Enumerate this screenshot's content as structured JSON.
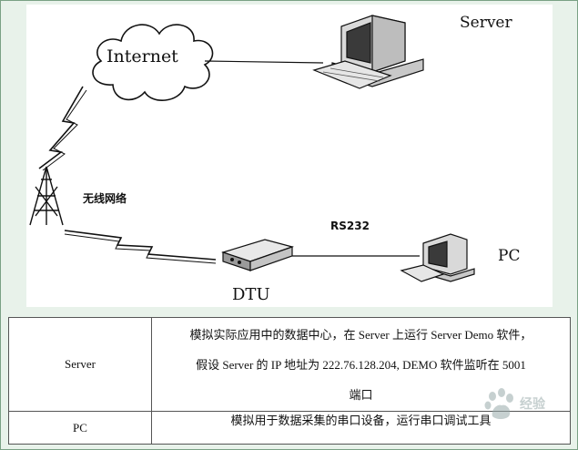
{
  "diagram": {
    "labels": {
      "internet": "Internet",
      "server": "Server",
      "wireless": "无线网络",
      "rs232": "RS232",
      "pc": "PC",
      "dtu": "DTU"
    },
    "icons": [
      "cloud-icon",
      "server-computer-icon",
      "antenna-tower-icon",
      "lightning-link-icon",
      "dtu-modem-icon",
      "pc-computer-icon"
    ]
  },
  "table": {
    "rows": [
      {
        "name": "Server",
        "lines": [
          "模拟实际应用中的数据中心，在 Server 上运行 Server Demo 软件，",
          "假设 Server 的 IP 地址为 222.76.128.204, DEMO 软件监听在 5001",
          "端口"
        ]
      },
      {
        "name": "PC",
        "lines": [
          "模拟用于数据采集的串口设备，运行串口调试工具"
        ]
      }
    ]
  },
  "watermark": {
    "text": "经验"
  }
}
